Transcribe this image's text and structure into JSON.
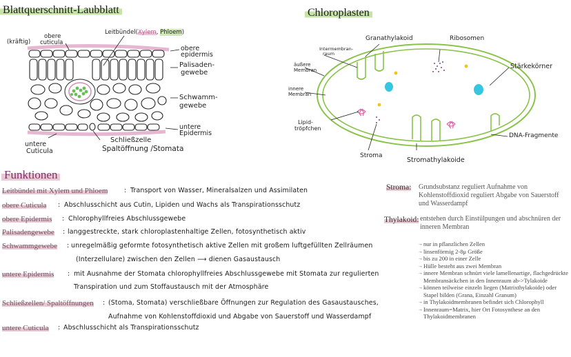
{
  "leaf": {
    "title": "Blattquerschnitt-Laubblatt",
    "labels": {
      "kraeftig": "(kräftig)",
      "obere_cuticula_1": "obere",
      "obere_cuticula_2": "cuticula",
      "leitbuendel_prefix": "Leitbündel(",
      "xylem": "Xylem",
      "phloem": "Phloem",
      "leitbuendel_suffix": ")",
      "obere_epidermis_1": "obere",
      "obere_epidermis_2": "epidermis",
      "palisaden_1": "Palisaden-",
      "palisaden_2": "gewebe",
      "schwamm_1": "Schwamm-",
      "schwamm_2": "gewebe",
      "untere_epidermis_1": "untere",
      "untere_epidermis_2": "Epidermis",
      "schliesszelle": "Schließzelle",
      "untere_cuticula_1": "untere",
      "untere_cuticula_2": "Cuticula",
      "spaltoeffnung": "Spaltöffnung /Stomata"
    }
  },
  "chloro": {
    "title": "Chloroplasten",
    "labels": {
      "granathylakoid": "Granathylakoid",
      "ribosomen": "Ribosomen",
      "intermembran_1": "Intermembran-",
      "intermembran_2": "raum",
      "aeussere_1": "äußere",
      "aeussere_2": "Membran",
      "innere_1": "innere",
      "innere_2": "Membran",
      "staerkekoerner": "Stärkekörner",
      "lipid_1": "Lipid-",
      "lipid_2": "tröpfchen",
      "dna": "DNA-Fragmente",
      "stroma": "Stroma",
      "stromathylakoide": "Stromathylakoide"
    }
  },
  "funktionen": {
    "title": "Funktionen",
    "rows": [
      {
        "term": "Leitbündel mit Xylem und Phloem",
        "sep": ":",
        "text": "Transport von Wasser, Mineralsalzen und Assimilaten"
      },
      {
        "term": "obere Cuticula",
        "sep": ":",
        "text": "Abschlusschicht aus Cutin, Lipiden und Wachs als Transpirationsschutz"
      },
      {
        "term": "obere Epidermis",
        "sep": ":",
        "text": "Chlorophyllfreies Abschlussgewebe"
      },
      {
        "term": "Palisadengewebe",
        "sep": ":",
        "text": "langgestreckte, stark chloroplastenhaltige Zellen, fotosynthetisch aktiv"
      },
      {
        "term": "Schwammgewebe",
        "sep": ":",
        "text": "unregelmäßig geformte fotosynthetisch aktive Zellen mit großem luftgefüllten Zellräumen"
      },
      {
        "term": "",
        "sep": "",
        "text": "(Interzellulare) zwischen den Zellen ⟶ dienen Gasaustausch"
      },
      {
        "term": "untere Epidermis",
        "sep": ":",
        "text": "mit Ausnahme der Stomata chlorophyllfreies Abschlussgewebe mit Stomata zur regulierten"
      },
      {
        "term": "",
        "sep": "",
        "text": "Transpiration und zum Stoffaustausch mit der Atmosphäre"
      },
      {
        "term": "Schließzellen/ Spaltöffnungen",
        "sep": ":",
        "text": "(Stoma, Stomata) verschließbare Öffnungen zur Regulation des Gasaustausches,"
      },
      {
        "term": "",
        "sep": "",
        "text": "Aufnahme von Kohlenstoffdioxid und Abgabe von Sauerstoff und Wasserdampf"
      },
      {
        "term": "untere Cuticula",
        "sep": ":",
        "text": "Abschlusschicht als Transpirationsschutz"
      }
    ]
  },
  "definitions": {
    "stroma_term": "Stroma:",
    "stroma_text": "Grundsubstanz reguliert Aufnahme von Kohlenstoffdioxid reguliert Abgabe von Sauerstoff und Wasserdampf",
    "thylakoid_term": "Thylakoid:",
    "thylakoid_text": "entstehen durch Einstülpungen und abschnüren der inneren Membran"
  },
  "facts": [
    "nur in pflanzlichen Zellen",
    "linsenförmig 2-8μ Größe",
    "bis zu 200 in einer Zelle",
    "Hülle besteht aus zwei Membran",
    "innere Membran schnürt viele lamellenartige, flachgedrückte Membransäckchen in den Innenraum ab->Tylakoide",
    "können teilweise einzeln liegen (Matrixthylakoide) oder Stapel bilden (Grana, Einzahl Granum)",
    "in Thylakoidmembranen befindet sich Chlorophyll",
    "Innenraum=Matrix, hier Ort Fotosynthese an den Thylakoidmembranen"
  ],
  "colors": {
    "green_highlight": "#c7e3a8",
    "pink_highlight": "#e9c9d2",
    "chloroplast_green": "#8ac34a",
    "starch_cyan": "#37c6e0",
    "ribosome_purple": "#7a3f9a",
    "dna_pink": "#e05fa8",
    "lipid_yellow": "#f3c21b"
  }
}
